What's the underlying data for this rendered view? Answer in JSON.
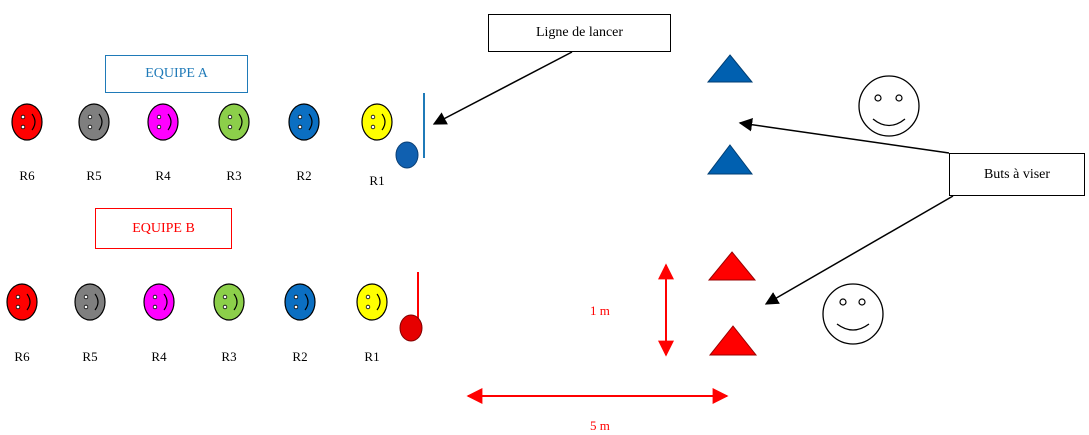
{
  "colors": {
    "team_a": "#1f7ab8",
    "team_b": "#ff0000",
    "goal_blue": "#0060b0",
    "goal_red": "#ff0000",
    "ball_blue": "#1060b0",
    "ball_red": "#e60000",
    "player_colors": [
      "#ff0000",
      "#7f7f7f",
      "#ff00ff",
      "#8ccf4a",
      "#0b6fc2",
      "#ffff00"
    ]
  },
  "team_a": {
    "label": "EQUIPE A",
    "players": [
      "R6",
      "R5",
      "R4",
      "R3",
      "R2",
      "R1"
    ]
  },
  "team_b": {
    "label": "EQUIPE B",
    "players": [
      "R6",
      "R5",
      "R4",
      "R3",
      "R2",
      "R1"
    ]
  },
  "callouts": {
    "throw_line": "Ligne de lancer",
    "targets": "Buts à viser"
  },
  "dimensions": {
    "vertical": "1 m",
    "horizontal": "5 m"
  },
  "icons": {
    "player": "smiley-face-icon",
    "ball": "ball-icon",
    "goal": "triangle-goal-icon",
    "referee": "smiley-face-icon"
  }
}
